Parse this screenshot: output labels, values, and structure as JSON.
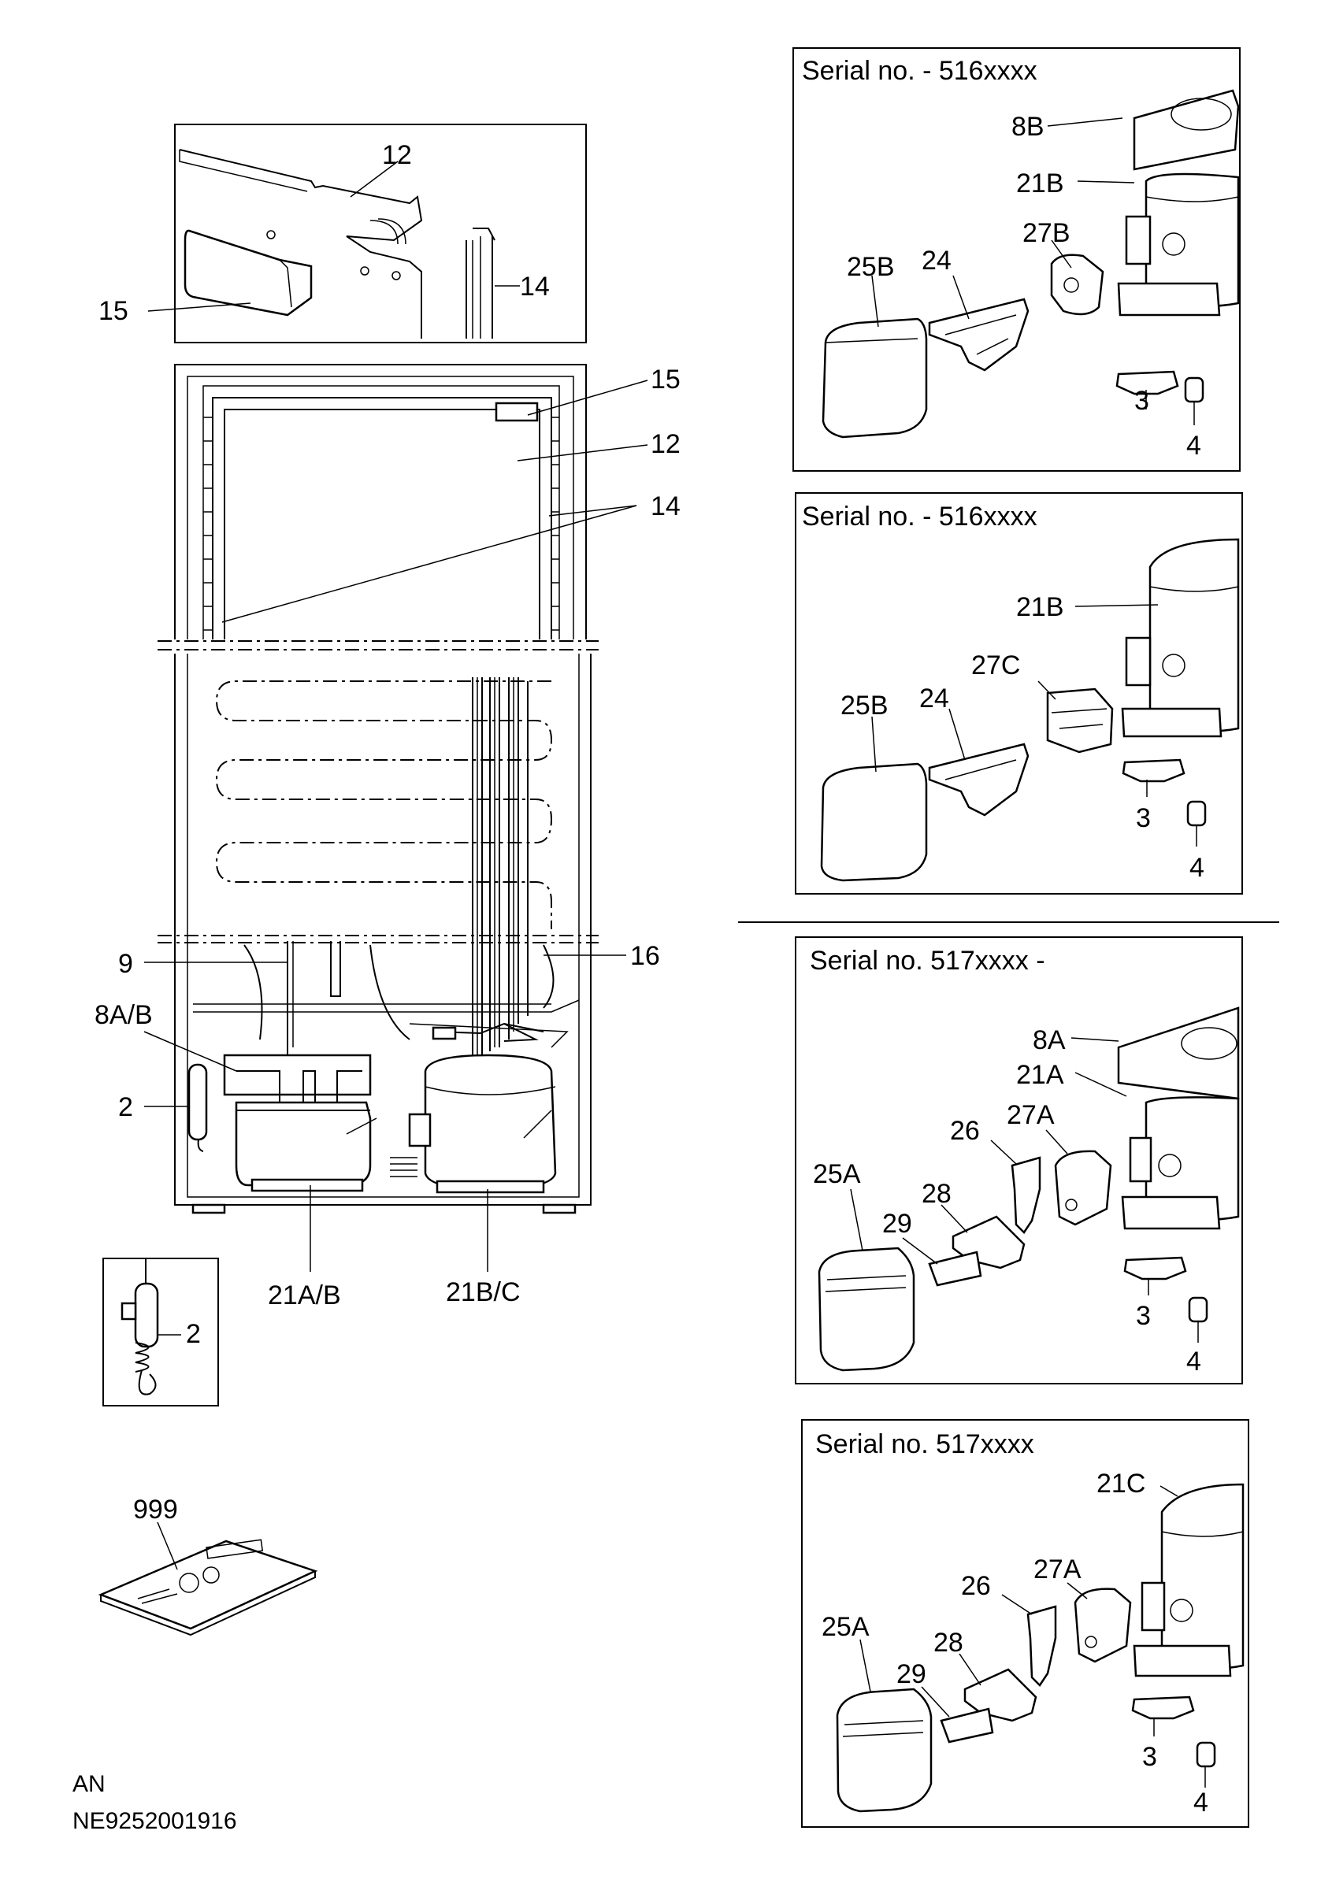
{
  "panels": [
    {
      "serial": "Serial no. - 516xxxx",
      "labels": {
        "tray": "8B",
        "compressor": "21B",
        "relay": "27B",
        "cover": "25B",
        "clip": "24",
        "bracket": "3",
        "grommet": "4"
      }
    },
    {
      "serial": "Serial no. - 516xxxx",
      "labels": {
        "compressor": "21B",
        "relay": "27C",
        "cover": "25B",
        "clip": "24",
        "bracket": "3",
        "grommet": "4"
      }
    },
    {
      "serial": "Serial no. 517xxxx -",
      "labels": {
        "tray": "8A",
        "compressor": "21A",
        "relay": "27A",
        "clip": "26",
        "cover": "25A",
        "holder": "28",
        "connector": "29",
        "bracket": "3",
        "grommet": "4"
      }
    },
    {
      "serial": "Serial no. 517xxxx",
      "labels": {
        "compressor": "21C",
        "relay": "27A",
        "clip": "26",
        "cover": "25A",
        "holder": "28",
        "connector": "29",
        "bracket": "3",
        "grommet": "4"
      }
    }
  ],
  "main": {
    "top_detail": {
      "panel": "12",
      "seal": "14",
      "holder": "15"
    },
    "door": {
      "holder": "15",
      "panel": "12",
      "seal": "14"
    },
    "cabinet": {
      "pipe": "9",
      "tray": "8A/B",
      "heater": "2",
      "drain": "16",
      "comp_left": "21A/B",
      "comp_right": "21B/C"
    },
    "heater_detail": "2",
    "manual": "999"
  },
  "footer": {
    "lang": "AN",
    "code": "NE9252001916"
  }
}
